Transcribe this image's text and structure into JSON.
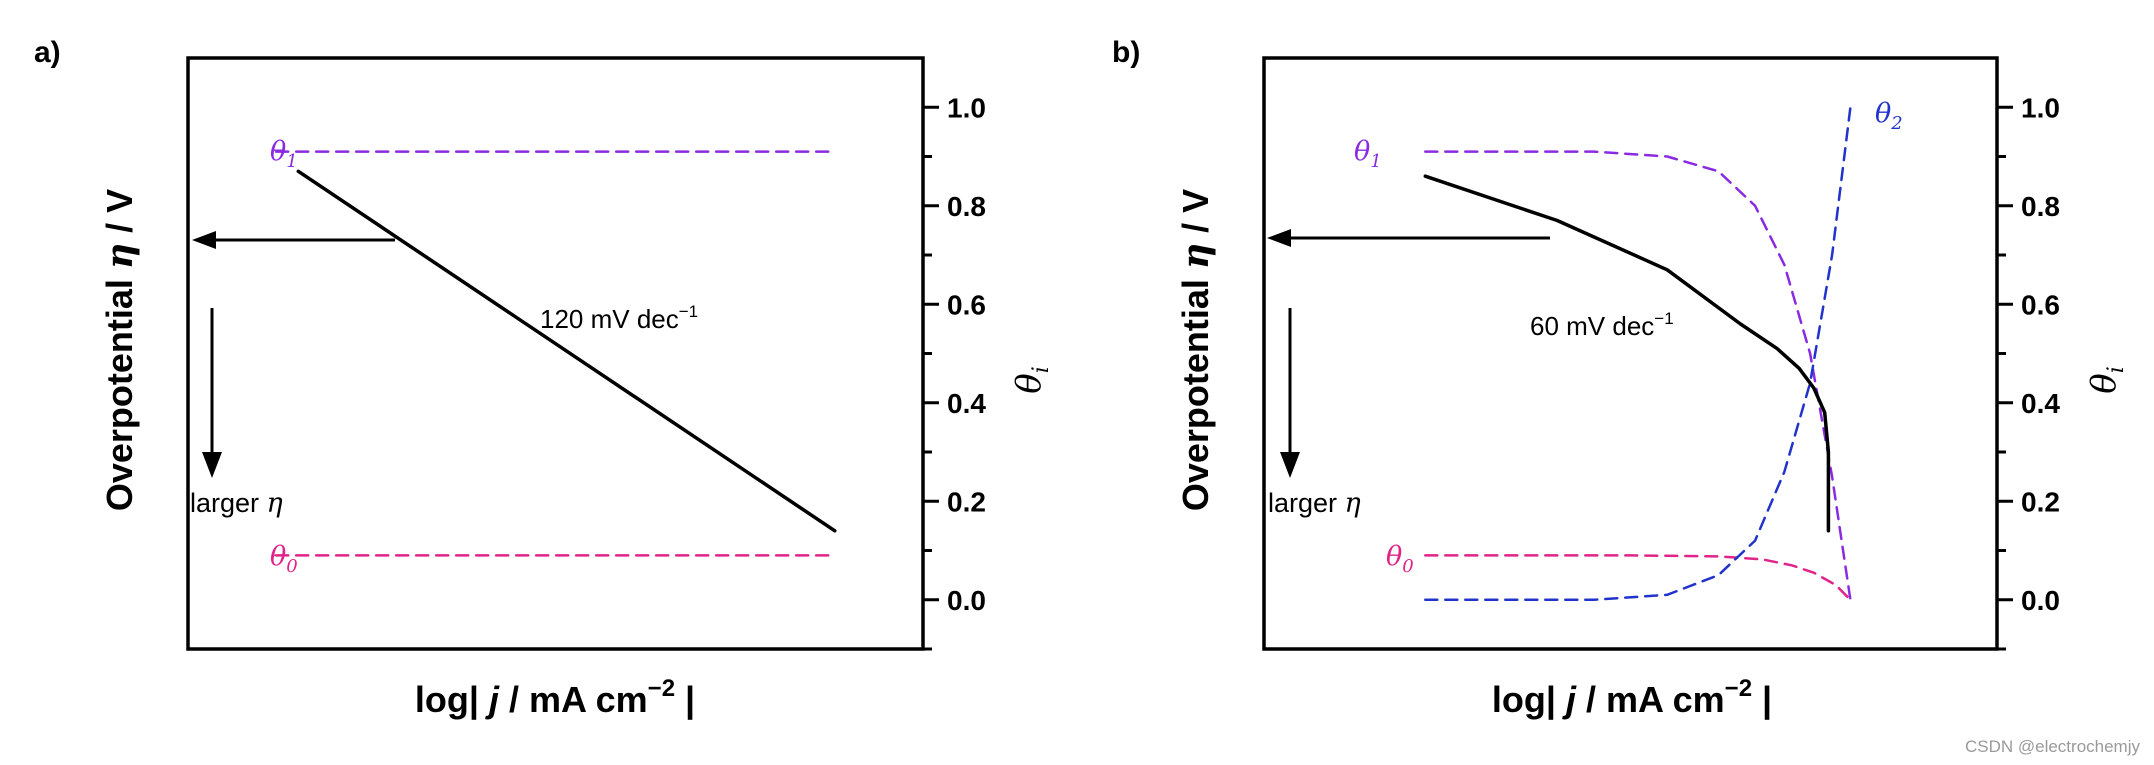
{
  "watermark": "CSDN @electrochemjy",
  "colors": {
    "axis": "#000000",
    "theta1": "#8a2be2",
    "theta0": "#e0248a",
    "theta2": "#2233cc",
    "curve": "#000000"
  },
  "chart_data": [
    {
      "type": "line",
      "panel_label": "a)",
      "xlabel": {
        "pre": "log| ",
        "j": "j",
        "mid": " / mA cm",
        "sup": "−2",
        "post": " |"
      },
      "ylabel_left": {
        "pre": "Overpotential ",
        "eta": "η",
        "post": " / V"
      },
      "ylabel_right": {
        "theta": "θ",
        "sub": "i"
      },
      "xlim": [
        0,
        1
      ],
      "ylim_right": [
        -0.1,
        1.1
      ],
      "right_ticks": [
        "0.0",
        "0.2",
        "0.4",
        "0.6",
        "0.8",
        "1.0"
      ],
      "grid": false,
      "annotation": {
        "text": "120 mV dec",
        "sup": "−1"
      },
      "arrow_label": {
        "text": "larger ",
        "eta": "η"
      },
      "series": [
        {
          "label_theta": "θ",
          "label_sub": "1",
          "x": [
            0.12,
            0.88
          ],
          "y": [
            0.91,
            0.91
          ],
          "style": "dashed"
        },
        {
          "label_theta": "θ",
          "label_sub": "0",
          "x": [
            0.12,
            0.88
          ],
          "y": [
            0.09,
            0.09
          ],
          "style": "dashed"
        },
        {
          "x": [
            0.15,
            0.88
          ],
          "y": [
            0.87,
            0.14
          ],
          "style": "solid"
        }
      ]
    },
    {
      "type": "line",
      "panel_label": "b)",
      "xlabel": {
        "pre": "log| ",
        "j": "j",
        "mid": " / mA cm",
        "sup": "−2",
        "post": " |"
      },
      "ylabel_left": {
        "pre": "Overpotential ",
        "eta": "η",
        "post": " / V"
      },
      "ylabel_right": {
        "theta": "θ",
        "sub": "i"
      },
      "xlim": [
        0,
        1
      ],
      "ylim_right": [
        -0.1,
        1.1
      ],
      "right_ticks": [
        "0.0",
        "0.2",
        "0.4",
        "0.6",
        "0.8",
        "1.0"
      ],
      "grid": false,
      "annotation": {
        "text": "60 mV dec",
        "sup": "−1"
      },
      "arrow_label": {
        "text": "larger ",
        "eta": "η"
      },
      "series": [
        {
          "label_theta": "θ",
          "label_sub": "1",
          "x": [
            0.22,
            0.45,
            0.55,
            0.62,
            0.67,
            0.71,
            0.745,
            0.775,
            0.8
          ],
          "y": [
            0.91,
            0.91,
            0.9,
            0.87,
            0.8,
            0.68,
            0.5,
            0.25,
            0.0
          ],
          "style": "dashed"
        },
        {
          "label_theta": "θ",
          "label_sub": "0",
          "x": [
            0.22,
            0.5,
            0.62,
            0.68,
            0.72,
            0.75,
            0.78,
            0.8
          ],
          "y": [
            0.09,
            0.09,
            0.088,
            0.082,
            0.07,
            0.055,
            0.03,
            0.0
          ],
          "style": "dashed"
        },
        {
          "label_theta": "θ",
          "label_sub": "2",
          "x": [
            0.22,
            0.45,
            0.55,
            0.62,
            0.67,
            0.71,
            0.745,
            0.775,
            0.8
          ],
          "y": [
            0.0,
            0.0,
            0.01,
            0.05,
            0.12,
            0.26,
            0.44,
            0.7,
            1.0
          ],
          "style": "dashed"
        },
        {
          "x": [
            0.22,
            0.4,
            0.55,
            0.65,
            0.7,
            0.73,
            0.75,
            0.765,
            0.77,
            0.77
          ],
          "y": [
            0.86,
            0.77,
            0.67,
            0.56,
            0.51,
            0.47,
            0.43,
            0.38,
            0.3,
            0.14
          ],
          "style": "solid"
        }
      ]
    }
  ]
}
